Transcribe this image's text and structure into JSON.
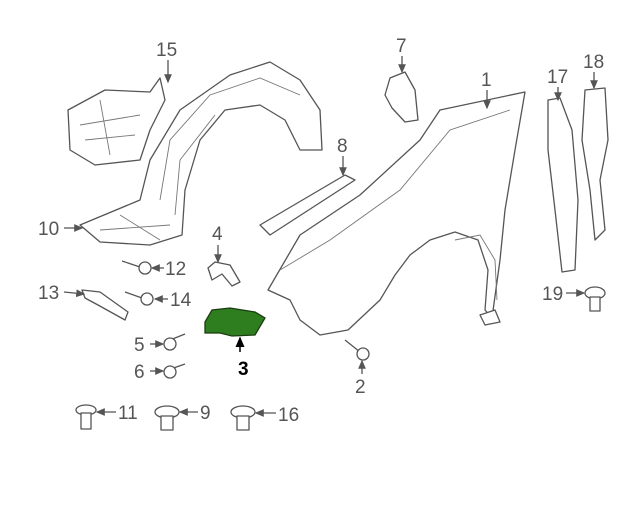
{
  "diagram": {
    "title": "Front fender parts diagram",
    "highlight_color": "#2e7d1e",
    "highlighted_part": "3",
    "callouts": [
      {
        "id": "c15",
        "label": "15"
      },
      {
        "id": "c7",
        "label": "7"
      },
      {
        "id": "c1",
        "label": "1"
      },
      {
        "id": "c17",
        "label": "17"
      },
      {
        "id": "c18",
        "label": "18"
      },
      {
        "id": "c8",
        "label": "8"
      },
      {
        "id": "c10",
        "label": "10"
      },
      {
        "id": "c4",
        "label": "4"
      },
      {
        "id": "c12",
        "label": "12"
      },
      {
        "id": "c13",
        "label": "13"
      },
      {
        "id": "c14",
        "label": "14"
      },
      {
        "id": "c19",
        "label": "19"
      },
      {
        "id": "c5",
        "label": "5"
      },
      {
        "id": "c3",
        "label": "3"
      },
      {
        "id": "c6",
        "label": "6"
      },
      {
        "id": "c2",
        "label": "2"
      },
      {
        "id": "c11",
        "label": "11"
      },
      {
        "id": "c9",
        "label": "9"
      },
      {
        "id": "c16",
        "label": "16"
      }
    ]
  }
}
